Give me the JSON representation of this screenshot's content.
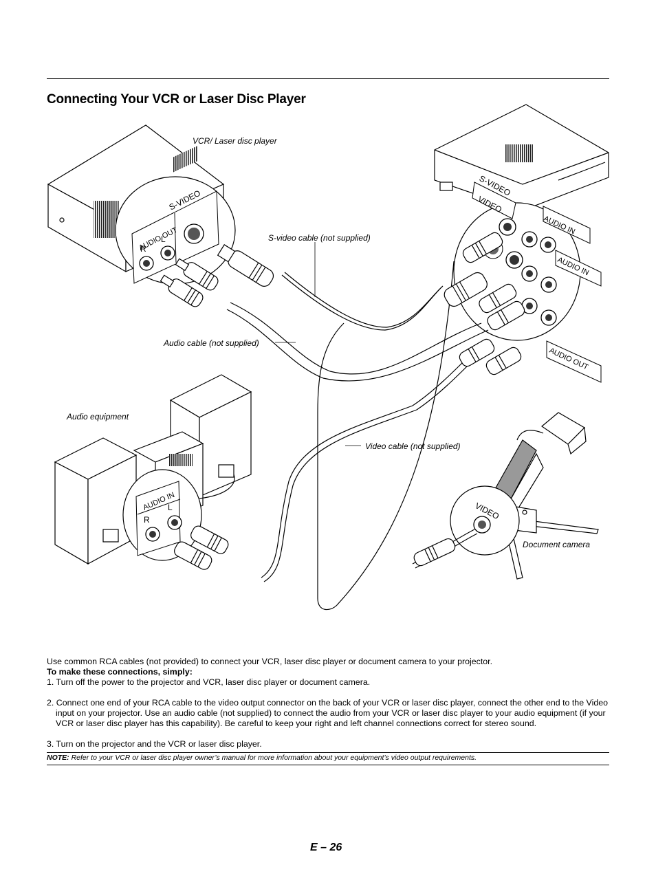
{
  "heading": "Connecting Your VCR or Laser Disc Player",
  "diagram": {
    "vcr_label": "VCR/ Laser disc player",
    "svideo_cable_label": "S-video cable (not supplied)",
    "audio_cable_label": "Audio cable (not supplied)",
    "audio_equipment_label": "Audio equipment",
    "video_cable_label": "Video cable (not supplied)",
    "document_camera_label": "Document camera",
    "vcr_panel": {
      "audio_out": "AUDIO OUT",
      "svideo": "S-VIDEO",
      "r": "R",
      "l": "L"
    },
    "audio_panel": {
      "audio_in": "AUDIO IN",
      "r": "R",
      "l": "L"
    },
    "camera_panel": {
      "video": "VIDEO"
    },
    "projector_panel": {
      "svideo": "S-VIDEO",
      "video": "VIDEO",
      "audio_in_1": "AUDIO IN",
      "audio_in_2": "AUDIO IN",
      "audio_out": "AUDIO OUT"
    }
  },
  "body": {
    "intro": "Use common RCA cables (not provided) to connect your VCR, laser disc player or document camera to your projector.",
    "subheading": "To make these connections, simply:",
    "step1": "1. Turn off the power to the projector and VCR, laser disc player or document camera.",
    "step2": "2. Connect one end of your RCA cable to the video output connector on the back of your VCR or laser disc player, connect the other end to the Video input on your projector. Use an audio cable (not supplied) to connect the audio from your VCR or laser disc player to your audio equipment (if your VCR or laser disc player has this capability). Be careful to keep your right and left channel connections correct for stereo sound.",
    "step3": "3. Turn on the projector and the VCR or laser disc player."
  },
  "note": {
    "label": "NOTE:",
    "text": " Refer to your VCR or laser disc player owner’s manual for more information about your equipment’s video output requirements."
  },
  "page_number": "E – 26"
}
